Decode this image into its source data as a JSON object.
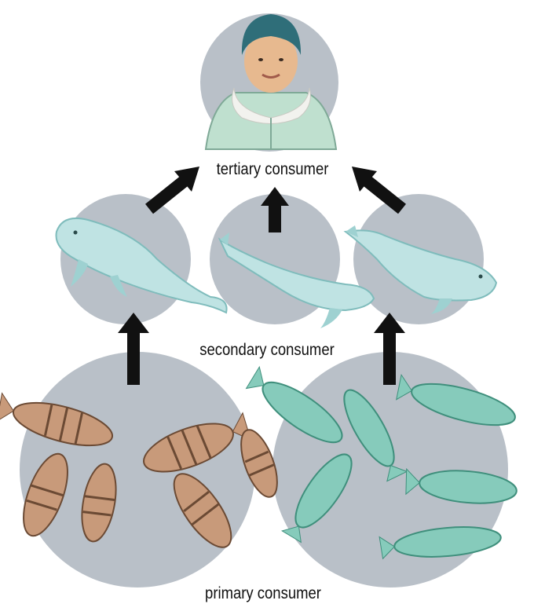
{
  "diagram": {
    "labels": {
      "tertiary": "tertiary consumer",
      "secondary": "secondary consumer",
      "primary": "primary consumer"
    },
    "colors": {
      "circle": "#b9c0c8",
      "arrow": "#111111",
      "whale": "#bfe3e3",
      "whale_shade": "#7fbcbc",
      "char_fish": "#c89a7a",
      "char_fish_stripe": "#6b4a34",
      "salmon": "#86cbbb",
      "salmon_shade": "#3f8f7c",
      "hood": "#2f6e79",
      "parka": "#bfe0cf",
      "fur": "#f2f2ee",
      "skin": "#e7b98f"
    }
  }
}
